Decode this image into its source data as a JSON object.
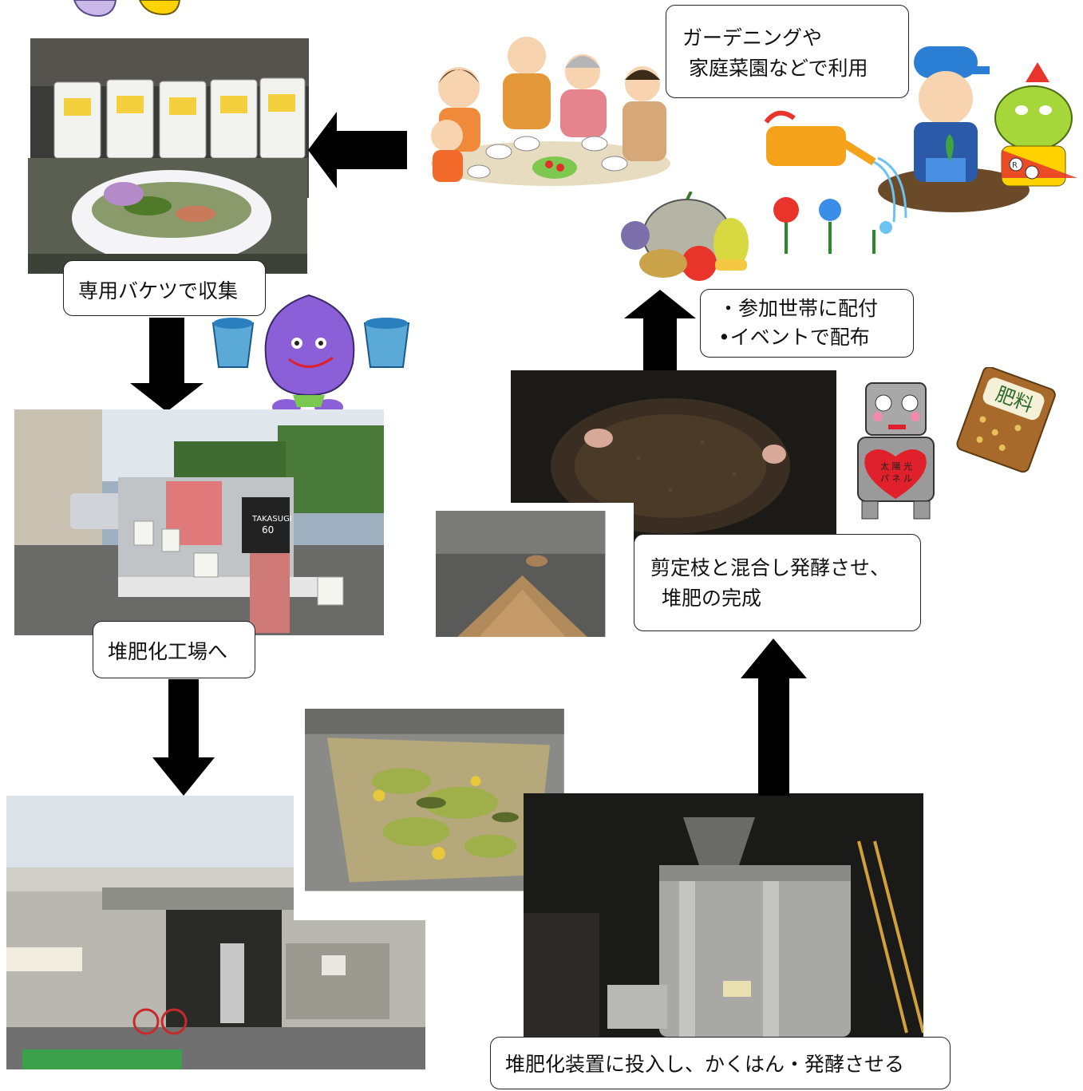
{
  "steps": {
    "collect": "専用バケツで収集",
    "transport": "堆肥化工場へ",
    "process": "堆肥化装置に投入し、かくはん・発酵させる",
    "ferment_line1": "剪定枝と混合し発酵させ、",
    "ferment_line2": "堆肥の完成",
    "distribute_line1": "・参加世帯に配付",
    "distribute_line2": "•イベントで配布",
    "garden_line1": "ガーデニングや",
    "garden_line2": "家庭菜園などで利用"
  },
  "illustrations": {
    "robot_heart_line1": "太 陽 光",
    "robot_heart_line2": "パ ネ ル",
    "fertilizer_bag": "肥料",
    "truck_shirt_line1": "TAKASUGI",
    "truck_shirt_line2": "60",
    "mascot_badge": "R"
  },
  "colors": {
    "arrow": "#000000",
    "border": "#222222"
  }
}
